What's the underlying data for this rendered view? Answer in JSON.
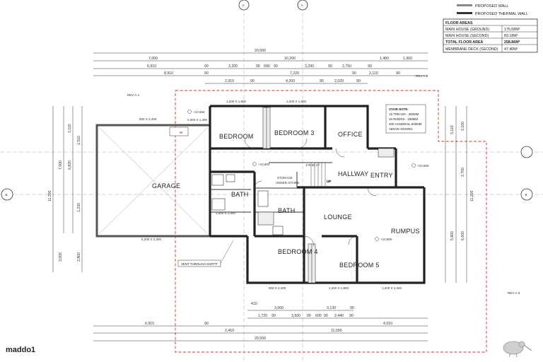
{
  "legend": {
    "items": [
      {
        "label": "PROPOSED WALL"
      },
      {
        "label": "PROPOSED THERMAL WALL"
      }
    ]
  },
  "floor_areas": {
    "title": "FLOOR AREAS",
    "rows": [
      {
        "label": "MAIN HOUSE (GROUND)",
        "value": "175.68M²"
      },
      {
        "label": "MAIN HOUSE (SECOND)",
        "value": "83.18M²"
      },
      {
        "label": "TOTAL FLOOR AREA",
        "value": "258.86M²"
      },
      {
        "label": "MEMBRANE DECK (SECOND)",
        "value": "47.40M²"
      }
    ]
  },
  "rooms": {
    "bedroom": "BEDROOM",
    "bedroom3": "BEDROOM 3",
    "office": "OFFICE",
    "garage": "GARAGE",
    "hallway": "HALLWAY",
    "entry": "ENTRY",
    "bath_upper": "BATH",
    "bath_lower": "BATH",
    "storage": "STORAGE",
    "under_stairs": "UNDER STAIRS",
    "lounge": "LOUNGE",
    "rumpus": "RUMPUS",
    "bedroom4": "BEDROOM 4",
    "bedroom5": "BEDROOM 5"
  },
  "floor_area_label": "175.68 m²",
  "stair_note": {
    "title": "STAIR NOTE:",
    "lines": [
      "15 TREADS - 280MM",
      "16 RISERS - 188MM",
      "400 HANDRAIL 900MM",
      "ABOVE NOSING"
    ]
  },
  "revisions": {
    "rev1": "REV A-1",
    "rev2": "REV A-2",
    "rev3": "REV A-3"
  },
  "levels": {
    "l1": "+10,650",
    "l2": "+10,800",
    "l3": "+10,650",
    "l4": "+10,800"
  },
  "window_labels": {
    "w1": "1,200 X 1,800",
    "w2": "1,200 X 1,800",
    "w3": "800 X 2,400",
    "w4": "2,200 X 1,400",
    "w5": "5,200 X 2,200",
    "w6": "1,000 X 1,400",
    "w7": "600 X 2,400",
    "w8": "1,200 X 1,800",
    "w9": "1,200 X 2,400"
  },
  "vent_note": "VENT THROUGH SOFFIT",
  "top_dims": {
    "row1": [
      "20,500"
    ],
    "row2": [
      "7,000",
      "10,200",
      "1,400",
      "1,900"
    ],
    "row3": [
      "6,910",
      "90",
      "3,200",
      "90",
      "600",
      "90",
      "3,290",
      "90",
      "2,750",
      "90"
    ],
    "row4": [
      "8,910",
      "90",
      "7,220",
      "90",
      "2,110",
      "90"
    ],
    "row5": [
      "2,910",
      "90",
      "4,200",
      "90",
      "2,020",
      "90"
    ]
  },
  "bottom_dims": {
    "row1": [
      "410",
      "3,000",
      "3,130",
      "90"
    ],
    "row2": [
      "1,720",
      "90",
      "3,500",
      "90",
      "600",
      "90",
      "2,440",
      "90",
      "4,010"
    ],
    "row3": [
      "6,910",
      "90",
      "2,410",
      "11,000"
    ],
    "row4": [
      "20,500"
    ]
  },
  "left_dims": [
    "11,200",
    "7,000",
    "6,820",
    "3,000",
    "2,800",
    "1,510",
    "1,220",
    "3,110"
  ],
  "right_dims": [
    "11,200",
    "6,000",
    "5,800",
    "2,700",
    "3,110",
    "2,100"
  ],
  "section_markers": [
    "A",
    "A",
    "B",
    "B"
  ],
  "watermark": "maddo1"
}
